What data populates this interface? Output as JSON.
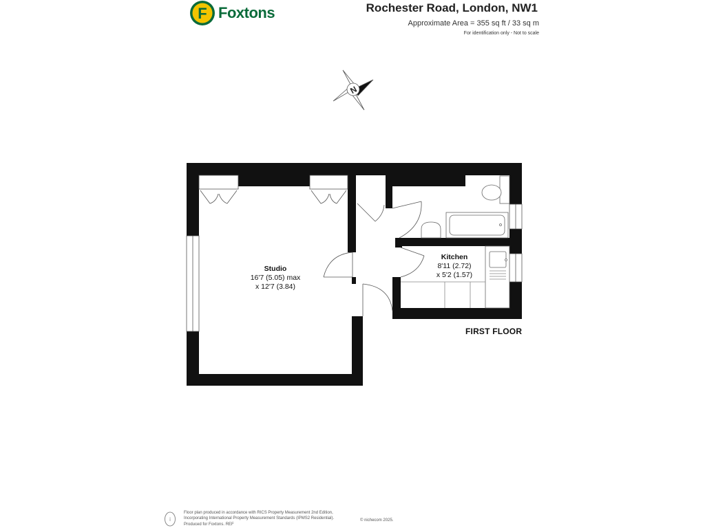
{
  "brand": {
    "name": "Foxtons",
    "mark_letter": "F",
    "colors": {
      "green": "#0a6b3a",
      "yellow": "#f2c400"
    }
  },
  "header": {
    "title": "Rochester Road, London, NW1",
    "area": "Approximate Area = 355 sq ft / 33 sq m",
    "note": "For identification only - Not to scale"
  },
  "compass": {
    "letter": "N",
    "icon": "compass-icon"
  },
  "rooms": {
    "studio": {
      "name": "Studio",
      "dim1": "16'7 (5.05) max",
      "dim2": "x 12'7 (3.84)"
    },
    "kitchen": {
      "name": "Kitchen",
      "dim1": "8'11 (2.72)",
      "dim2": "x 5'2 (1.57)"
    }
  },
  "floor_label": "FIRST FLOOR",
  "footer": {
    "line1": "Floor plan produced in accordance with RICS Property Measurement 2nd Edition,",
    "line2": "Incorporating International Property Measurement Standards (IPMS2 Residential).",
    "line3": "Produced for Foxtons.   REF",
    "copyright": "© nichecom 2025."
  }
}
